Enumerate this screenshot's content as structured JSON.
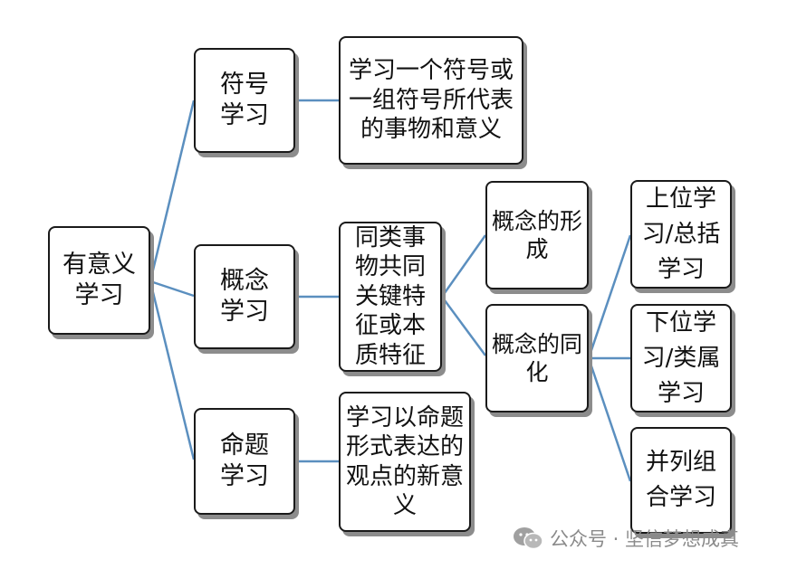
{
  "diagram": {
    "root": "有意义学习",
    "branches": [
      {
        "label": "符号学习",
        "description": "学习一个符号或一组符号所代表的事物和意义"
      },
      {
        "label": "概念学习",
        "description": "同类事物共同关键特征或本质特征",
        "children": [
          {
            "label": "概念的形成"
          },
          {
            "label": "概念的同化",
            "children": [
              {
                "label": "上位学习/总括学习"
              },
              {
                "label": "下位学习/类属学习"
              },
              {
                "label": "并列组合学习"
              }
            ]
          }
        ]
      },
      {
        "label": "命题学习",
        "description": "学习以命题形式表达的观点的新意义"
      }
    ],
    "line_color": "#5b8fbf",
    "border_color": "#1a1a1a"
  },
  "watermark": {
    "text": "公众号 · 坚信梦想成真",
    "icon": "wechat-icon"
  }
}
